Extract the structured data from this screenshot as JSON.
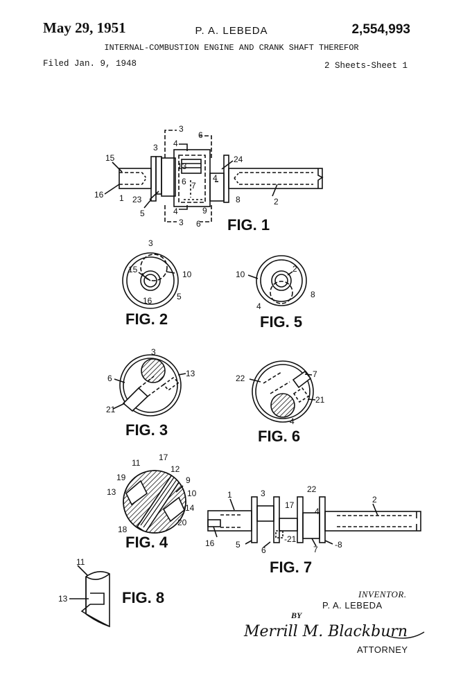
{
  "header": {
    "date": "May 29, 1951",
    "inventor": "P. A. LEBEDA",
    "patent_number": "2,554,993",
    "title": "INTERNAL-COMBUSTION ENGINE AND CRANK SHAFT THEREFOR",
    "filed": "Filed Jan. 9, 1948",
    "sheets": "2 Sheets-Sheet 1"
  },
  "figures": {
    "fig1": {
      "caption": "FIG. 1",
      "labels": [
        "3",
        "6",
        "4",
        "3",
        "15",
        "13",
        "24",
        "16",
        "6",
        "7",
        "4",
        "23",
        "1",
        "8",
        "2",
        "5",
        "4",
        "9",
        "3",
        "6"
      ]
    },
    "fig2": {
      "caption": "FIG. 2",
      "labels": [
        "3",
        "15",
        "10",
        "16",
        "5"
      ]
    },
    "fig5": {
      "caption": "FIG. 5",
      "labels": [
        "10",
        "2",
        "4",
        "8"
      ]
    },
    "fig3": {
      "caption": "FIG. 3",
      "labels": [
        "3",
        "6",
        "13",
        "21"
      ]
    },
    "fig6": {
      "caption": "FIG. 6",
      "labels": [
        "22",
        "7",
        "21",
        "4"
      ]
    },
    "fig4": {
      "caption": "FIG. 4",
      "labels": [
        "11",
        "17",
        "19",
        "12",
        "9",
        "13",
        "10",
        "14",
        "18",
        "20"
      ]
    },
    "fig7": {
      "caption": "FIG. 7",
      "labels": [
        "1",
        "3",
        "22",
        "2",
        "17",
        "4",
        "16",
        "5",
        "6",
        "21",
        "7",
        "8"
      ]
    },
    "fig8": {
      "caption": "FIG. 8",
      "labels": [
        "11",
        "13"
      ]
    }
  },
  "signature": {
    "inventor_label": "INVENTOR.",
    "inventor_name": "P. A. LEBEDA",
    "by": "BY",
    "signature_text": "Merrill M. Blackburn",
    "attorney": "ATTORNEY"
  }
}
